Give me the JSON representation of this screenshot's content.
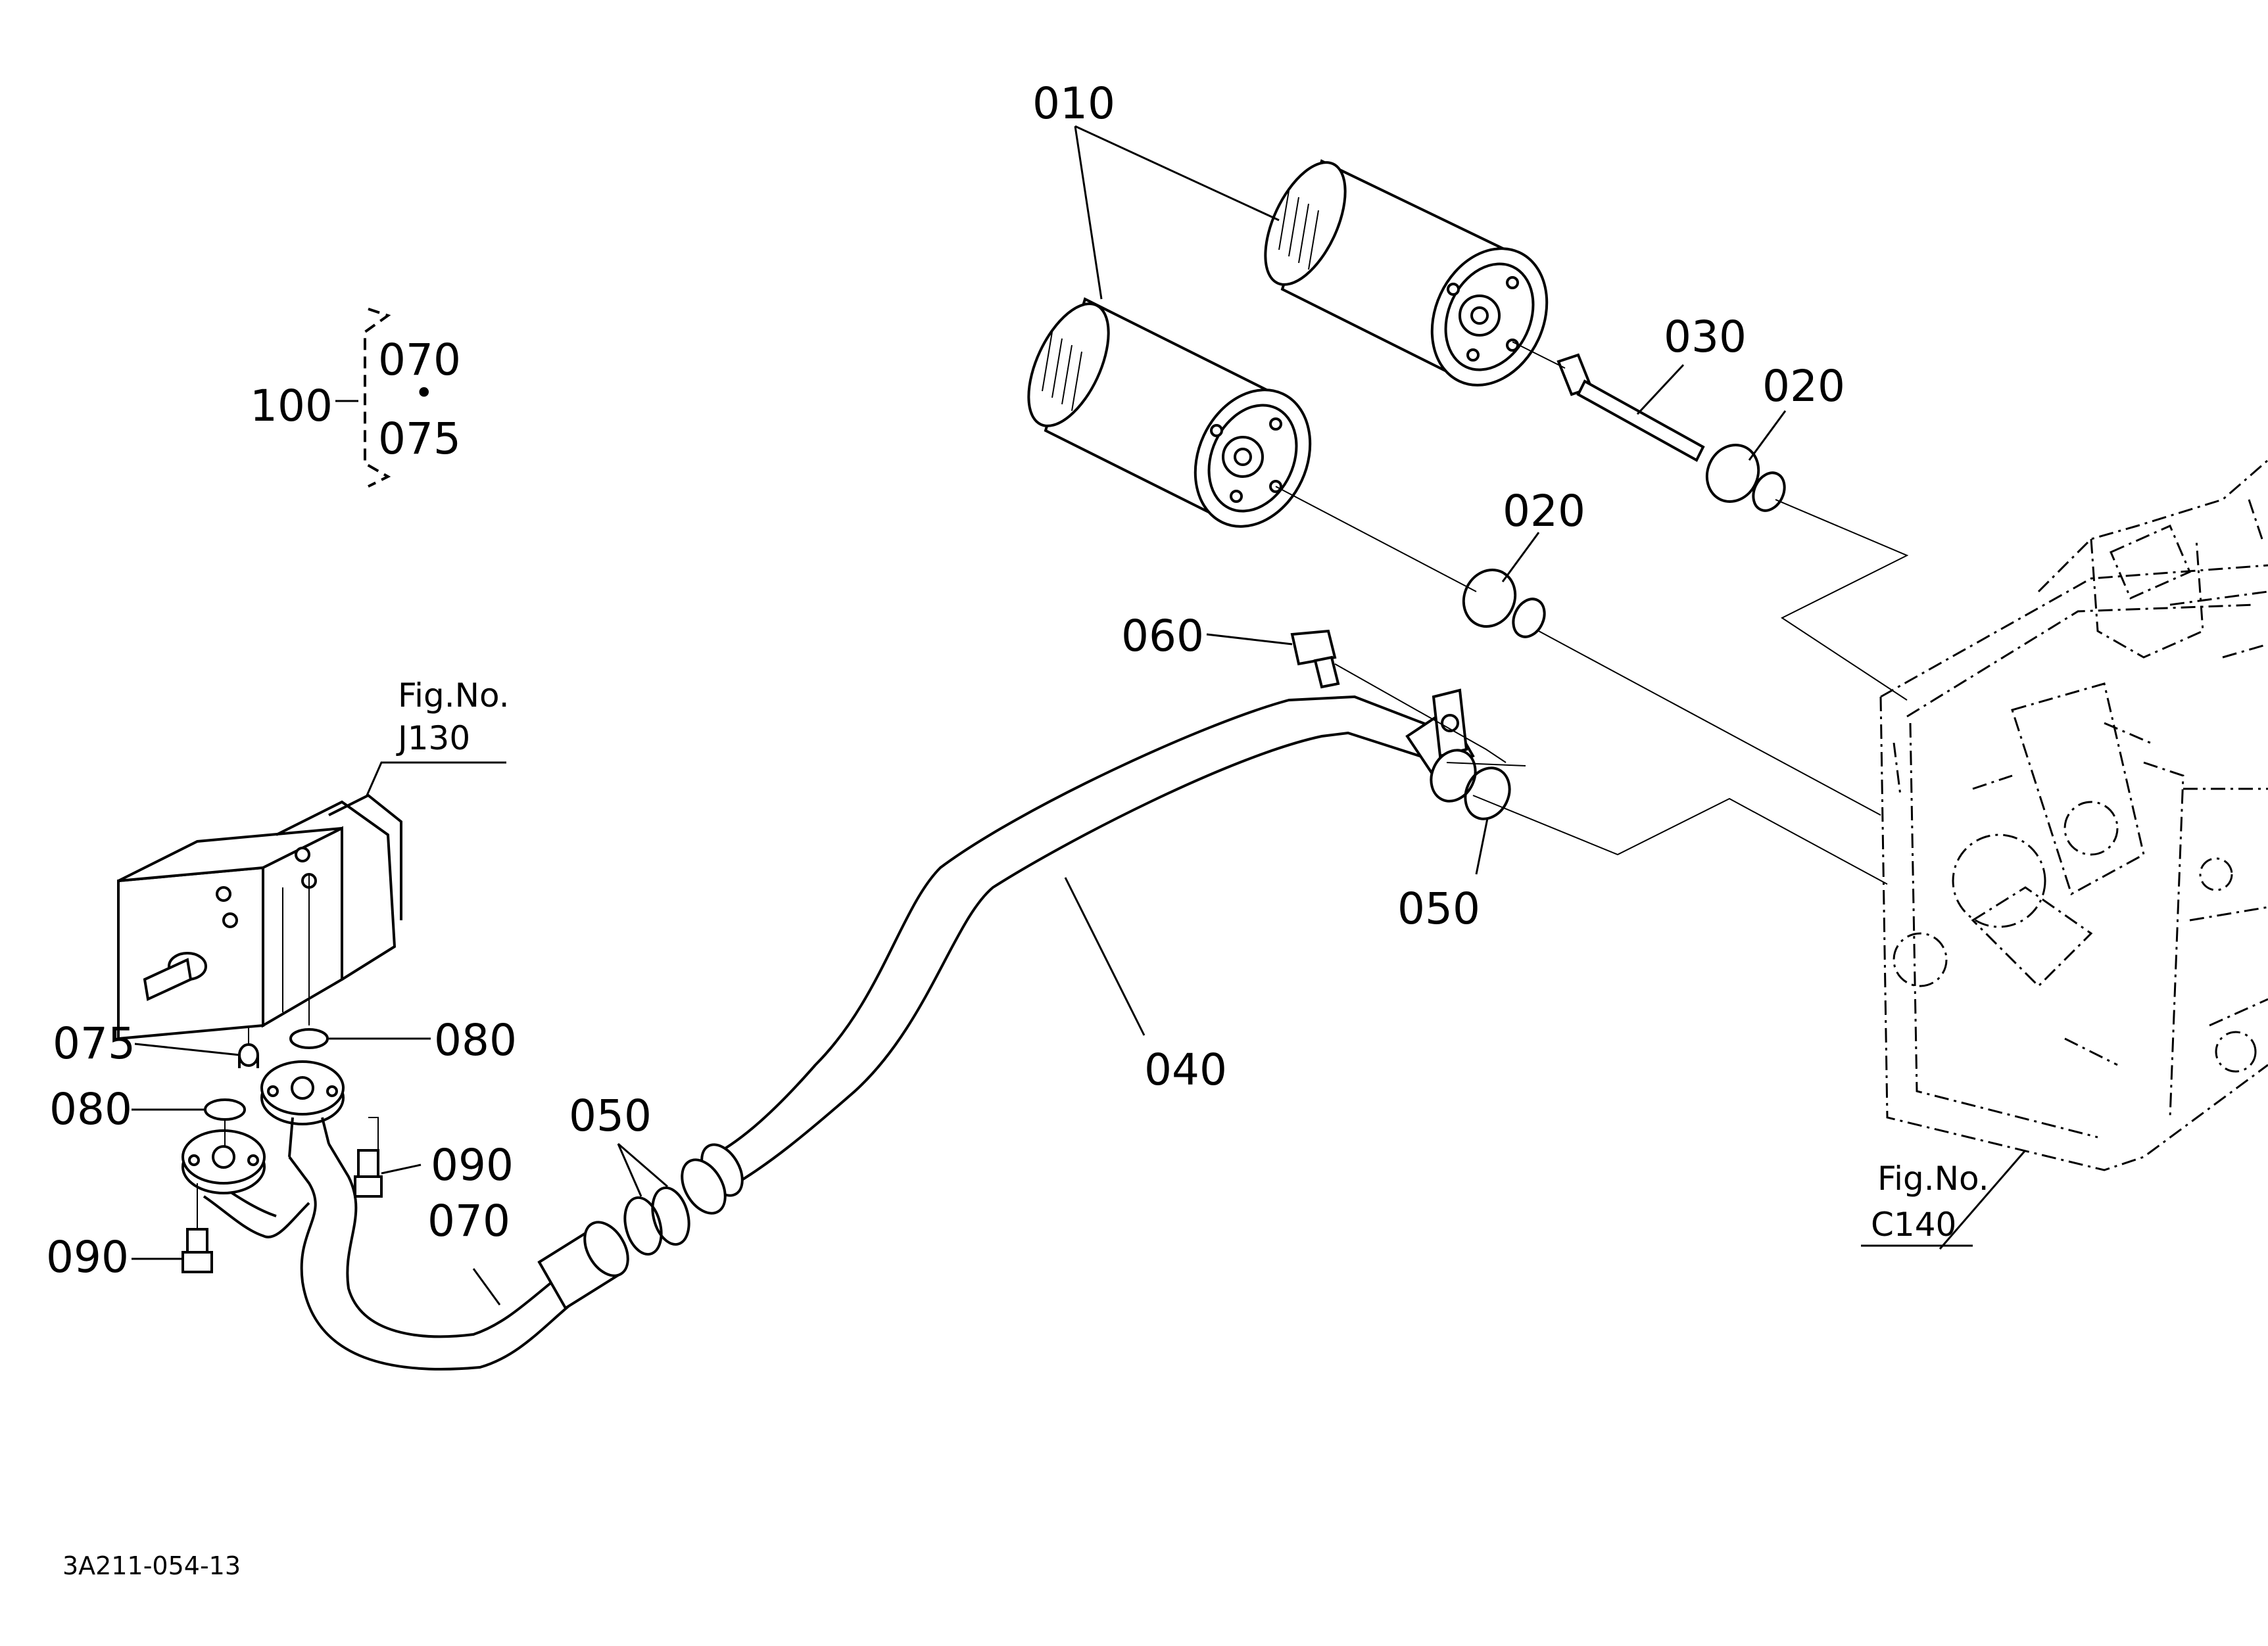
{
  "labels": {
    "p010": "010",
    "p020_a": "020",
    "p020_b": "020",
    "p030": "030",
    "p040": "040",
    "p050_a": "050",
    "p050_b": "050",
    "p060": "060",
    "p070": "070",
    "p075": "075",
    "p080_a": "080",
    "p080_b": "080",
    "p090_a": "090",
    "p090_b": "090",
    "p100": "100",
    "group_070": "070",
    "group_dot": "•",
    "group_075": "075"
  },
  "references": {
    "j130_line1": "Fig.No.",
    "j130_line2": "J130",
    "c140_line1": "Fig.No.",
    "c140_line2": "C140"
  },
  "drawing_code": "3A211-054-13"
}
